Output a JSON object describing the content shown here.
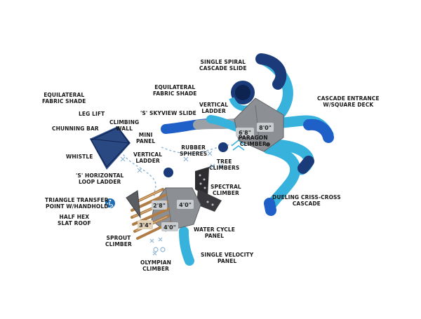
{
  "colors": {
    "tube_light": "#37b2dd",
    "tube_dark": "#1a3a7a",
    "slide_blue": "#1f5fc8",
    "deck_gray": "#8c8f93",
    "roof_tan": "#c89a66",
    "rope": "#8fb6d4",
    "accessibility": "#1f6fb5"
  },
  "icons": [
    "accessibility-icon"
  ],
  "deck_heights": {
    "d1": "6'8\"",
    "d2": "8'0\"",
    "d3": "2'8\"",
    "d4": "4'0\"",
    "d5": "3'4\"",
    "d6": "4'0\""
  },
  "labels": {
    "single_spiral": [
      "SINGLE SPIRAL",
      "CASCADE SLIDE"
    ],
    "equilateral_right": [
      "EQUILATERAL",
      "FABRIC SHADE"
    ],
    "equilateral_left": [
      "EQUILATERAL",
      "FABRIC SHADE"
    ],
    "cascade_entrance": [
      "CASCADE ENTRANCE",
      "W/SQUARE DECK"
    ],
    "vertical_ladder_top": [
      "VERTICAL",
      "LADDER"
    ],
    "s_skyview": "'S' SKYVIEW SLIDE",
    "leg_lift": "LEG LIFT",
    "climbing_wall": [
      "CLIMBING",
      "WALL"
    ],
    "chunning_bar": "CHUNNING BAR",
    "mini_panel": [
      "MINI",
      "PANEL"
    ],
    "rubber_spheres": [
      "RUBBER",
      "SPHERES"
    ],
    "paragon_climber": [
      "PARAGON",
      "CLIMBER"
    ],
    "whistle": "WHISTLE",
    "vertical_ladder_mid": [
      "VERTICAL",
      "LADDER"
    ],
    "tree_climbers": [
      "TREE",
      "CLIMBERS"
    ],
    "s_horizontal": [
      "'S' HORIZONTAL",
      "LOOP LADDER"
    ],
    "spectral_climber": [
      "SPECTRAL",
      "CLIMBER"
    ],
    "triangle_transfer": [
      "TRIANGLE TRANSFER",
      "POINT W/HANDHOLD"
    ],
    "dueling": [
      "DUELING CRISS-CROSS",
      "CASCADE"
    ],
    "half_hex": [
      "HALF HEX",
      "SLAT ROOF"
    ],
    "water_cycle": [
      "WATER CYCLE",
      "PANEL"
    ],
    "sprout_climber": [
      "SPROUT",
      "CLIMBER"
    ],
    "single_velocity": [
      "SINGLE VELOCITY",
      "PANEL"
    ],
    "olympian_climber": [
      "OLYMPIAN",
      "CLIMBER"
    ]
  }
}
